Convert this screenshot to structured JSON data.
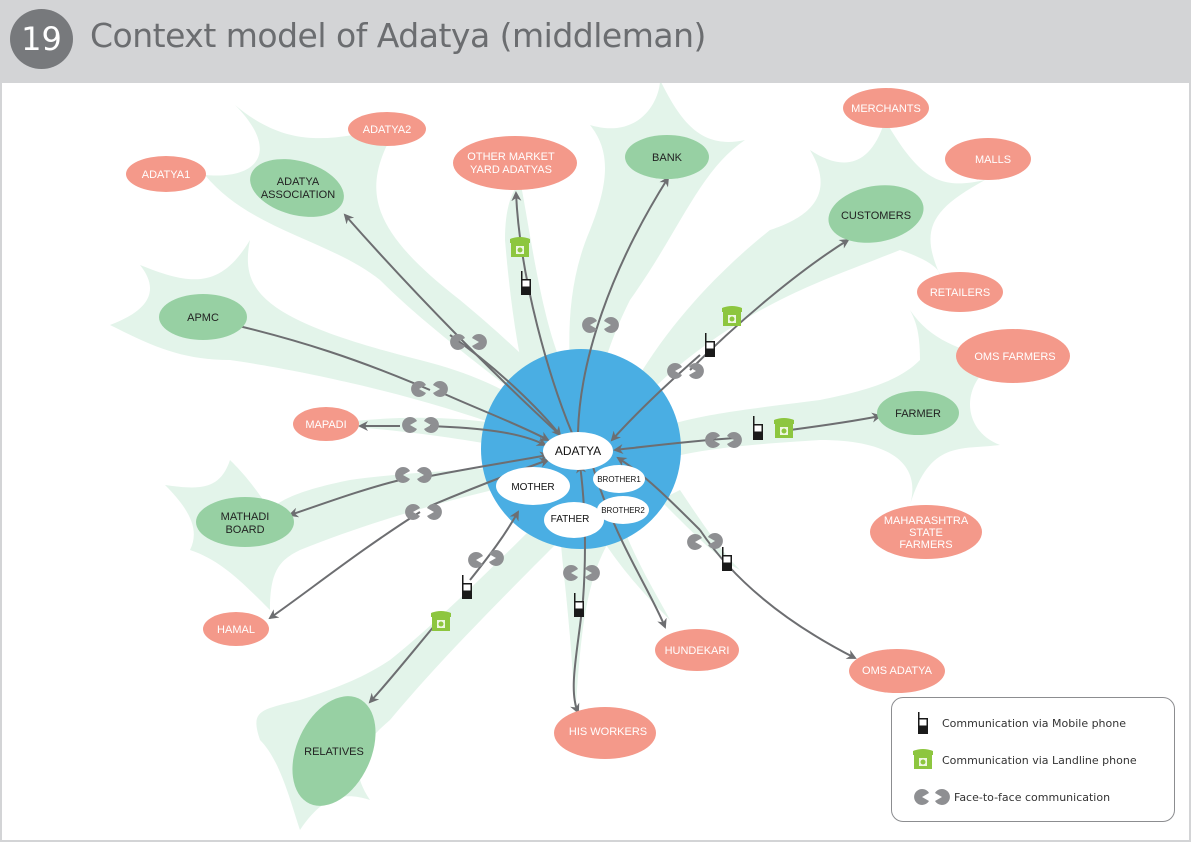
{
  "header": {
    "number": "19",
    "title": "Context model of Adatya (middleman)"
  },
  "colors": {
    "hub": "#4aaee3",
    "primary_node": "#97d0a3",
    "secondary_node": "#f4998a",
    "blob": "#e3f4ea",
    "arrow": "#6d6e71",
    "landline": "#8dc63f",
    "face": "#8e8f92"
  },
  "center": {
    "main": "ADATYA",
    "family": [
      "MOTHER",
      "FATHER",
      "BROTHER1",
      "BROTHER2"
    ]
  },
  "primary_nodes": [
    {
      "id": "adatya_association",
      "lines": [
        "ADATYA",
        "ASSOCIATION"
      ]
    },
    {
      "id": "apmc",
      "lines": [
        "APMC"
      ]
    },
    {
      "id": "bank",
      "lines": [
        "BANK"
      ]
    },
    {
      "id": "customers",
      "lines": [
        "CUSTOMERS"
      ]
    },
    {
      "id": "farmer",
      "lines": [
        "FARMER"
      ]
    },
    {
      "id": "mathadi_board",
      "lines": [
        "MATHADI",
        "BOARD"
      ]
    },
    {
      "id": "relatives",
      "lines": [
        "RELATIVES"
      ]
    }
  ],
  "secondary_nodes": [
    {
      "id": "adatya1",
      "lines": [
        "ADATYA1"
      ]
    },
    {
      "id": "adatya2",
      "lines": [
        "ADATYA2"
      ]
    },
    {
      "id": "other_market",
      "lines": [
        "OTHER MARKET",
        "YARD ADATYAS"
      ]
    },
    {
      "id": "merchants",
      "lines": [
        "MERCHANTS"
      ]
    },
    {
      "id": "malls",
      "lines": [
        "MALLS"
      ]
    },
    {
      "id": "retailers",
      "lines": [
        "RETAILERS"
      ]
    },
    {
      "id": "oms_farmers",
      "lines": [
        "OMS FARMERS"
      ]
    },
    {
      "id": "msf",
      "lines": [
        "MAHARASHTRA",
        "STATE",
        "FARMERS"
      ]
    },
    {
      "id": "mapadi",
      "lines": [
        "MAPADI"
      ]
    },
    {
      "id": "hamal",
      "lines": [
        "HAMAL"
      ]
    },
    {
      "id": "his_workers",
      "lines": [
        "HIS WORKERS"
      ]
    },
    {
      "id": "hundekari",
      "lines": [
        "HUNDEKARI"
      ]
    },
    {
      "id": "oms_adatya",
      "lines": [
        "OMS ADATYA"
      ]
    }
  ],
  "connections": [
    {
      "with": "ADATYA ASSOCIATION",
      "channels": [
        "face-to-face"
      ]
    },
    {
      "with": "OTHER MARKET YARD ADATYAS",
      "channels": [
        "mobile",
        "landline"
      ]
    },
    {
      "with": "BANK",
      "channels": [
        "face-to-face"
      ]
    },
    {
      "with": "CUSTOMERS",
      "channels": [
        "face-to-face",
        "mobile",
        "landline"
      ]
    },
    {
      "with": "APMC",
      "channels": [
        "face-to-face"
      ]
    },
    {
      "with": "MAPADI",
      "channels": [
        "face-to-face"
      ]
    },
    {
      "with": "FARMER",
      "channels": [
        "face-to-face",
        "mobile",
        "landline"
      ]
    },
    {
      "with": "MATHADI BOARD",
      "channels": [
        "face-to-face"
      ]
    },
    {
      "with": "HAMAL",
      "channels": [
        "face-to-face"
      ]
    },
    {
      "with": "RELATIVES",
      "channels": [
        "face-to-face",
        "mobile",
        "landline"
      ]
    },
    {
      "with": "HIS WORKERS",
      "channels": [
        "face-to-face",
        "mobile"
      ]
    },
    {
      "with": "HUNDEKARI",
      "channels": []
    },
    {
      "with": "OMS ADATYA",
      "channels": [
        "face-to-face",
        "mobile"
      ]
    }
  ],
  "legend": {
    "mobile": "Communication via Mobile phone",
    "landline": "Communication via Landline phone",
    "face": "Face-to-face communication"
  }
}
